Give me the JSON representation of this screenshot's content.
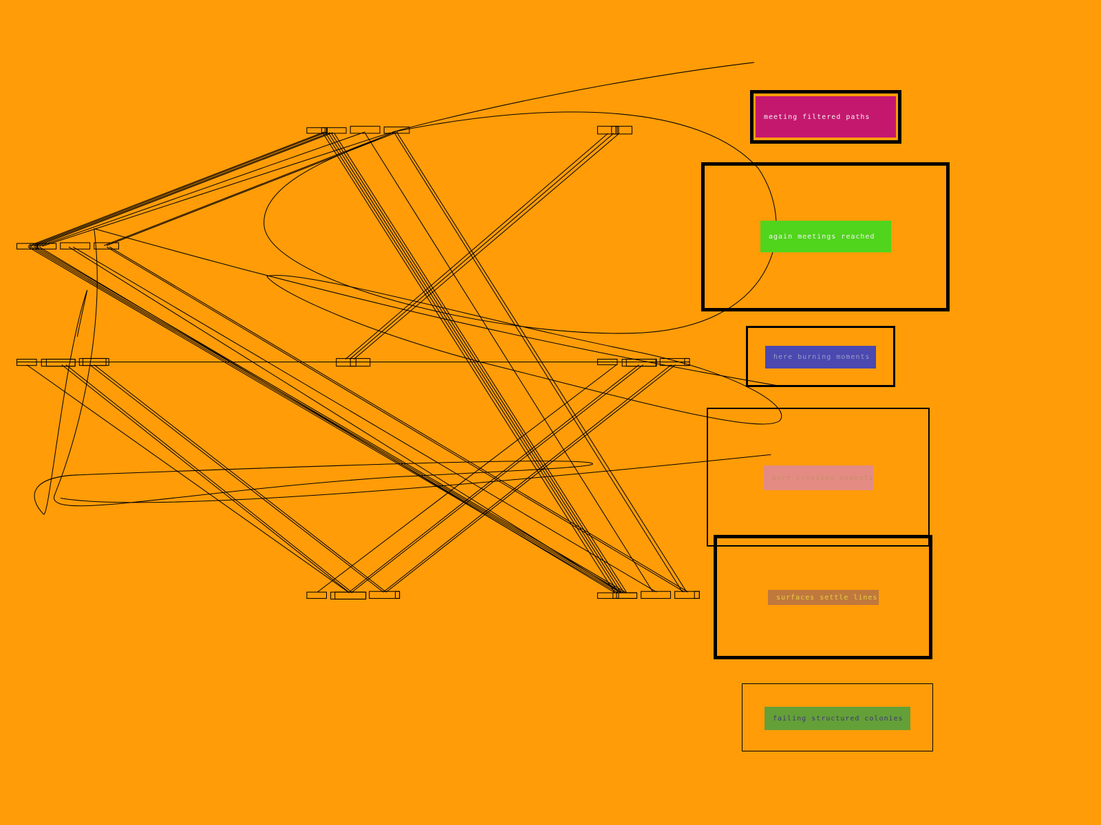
{
  "canvas": {
    "background": "#ff9c08",
    "line_color": "#000000"
  },
  "panels": [
    {
      "id": "p1",
      "label": "meeting filtered paths",
      "fill": "#c4186f",
      "text_color": "#f2f2f2"
    },
    {
      "id": "p2",
      "label": "again meetings reached",
      "fill": "#50d41c",
      "text_color": "#f2f2f2"
    },
    {
      "id": "p3",
      "label": "here burning moments",
      "fill": "#4b48b0",
      "text_color": "#9c9cc8"
    },
    {
      "id": "p4",
      "label": "pure crossing moments",
      "fill": "#e48c84",
      "text_color": "#c88c64"
    },
    {
      "id": "p5",
      "label": "surfaces settle lines",
      "fill": "#c0783c",
      "text_color": "#e8d040"
    },
    {
      "id": "p6",
      "label": "failing structured colonies",
      "fill": "#64a038",
      "text_color": "#403870"
    }
  ]
}
